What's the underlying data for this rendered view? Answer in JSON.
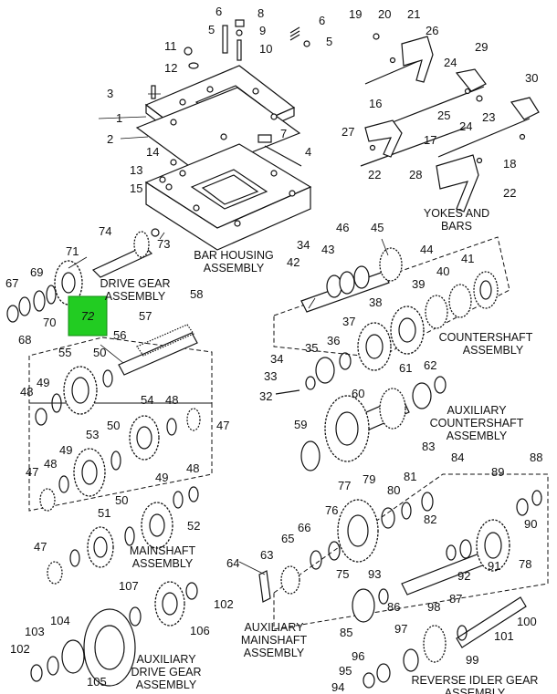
{
  "highlight": {
    "label": "72",
    "color": "#22cc22"
  },
  "assembly_titles": {
    "bar_housing": [
      "BAR HOUSING",
      "ASSEMBLY"
    ],
    "drive_gear": [
      "DRIVE GEAR",
      "ASSEMBLY"
    ],
    "yokes_bars": [
      "YOKES AND",
      "BARS"
    ],
    "countershaft": [
      "COUNTERSHAFT",
      "ASSEMBLY"
    ],
    "aux_countershaft": [
      "AUXILIARY",
      "COUNTERSHAFT",
      "ASSEMBLY"
    ],
    "mainshaft": [
      "MAINSHAFT",
      "ASSEMBLY"
    ],
    "aux_mainshaft": [
      "AUXILIARY",
      "MAINSHAFT",
      "ASSEMBLY"
    ],
    "aux_drive_gear": [
      "AUXILIARY",
      "DRIVE GEAR",
      "ASSEMBLY"
    ],
    "reverse_idler": [
      "REVERSE IDLER GEAR",
      "ASSEMBLY"
    ]
  },
  "callouts": [
    "6",
    "8",
    "5",
    "9",
    "10",
    "11",
    "12",
    "3",
    "1",
    "2",
    "14",
    "13",
    "15",
    "7",
    "4",
    "6",
    "5",
    "19",
    "20",
    "21",
    "26",
    "29",
    "16",
    "24",
    "25",
    "24",
    "23",
    "30",
    "27",
    "17",
    "22",
    "28",
    "18",
    "22",
    "74",
    "73",
    "71",
    "69",
    "67",
    "70",
    "68",
    "58",
    "57",
    "56",
    "50",
    "55",
    "49",
    "48",
    "54",
    "48",
    "47",
    "53",
    "50",
    "49",
    "47",
    "48",
    "50",
    "51",
    "52",
    "49",
    "48",
    "47",
    "34",
    "43",
    "46",
    "45",
    "44",
    "42",
    "40",
    "41",
    "39",
    "38",
    "37",
    "36",
    "35",
    "34",
    "33",
    "32",
    "62",
    "61",
    "60",
    "59",
    "83",
    "84",
    "88",
    "77",
    "79",
    "80",
    "81",
    "76",
    "89",
    "66",
    "65",
    "63",
    "64",
    "75",
    "82",
    "90",
    "78",
    "93",
    "92",
    "91",
    "107",
    "102",
    "87",
    "86",
    "85",
    "106",
    "104",
    "103",
    "102",
    "105",
    "98",
    "100",
    "97",
    "101",
    "96",
    "95",
    "94",
    "99"
  ]
}
